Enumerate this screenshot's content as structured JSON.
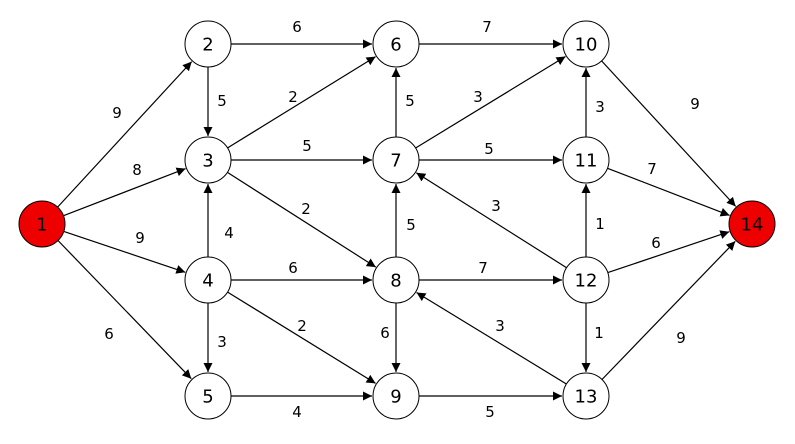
{
  "graph": {
    "colors": {
      "node_fill": "#ffffff",
      "node_stroke": "#000000",
      "highlight_fill": "#ee0000",
      "edge": "#000000"
    },
    "nodes": [
      {
        "id": "1",
        "label": "1",
        "highlighted": true
      },
      {
        "id": "2",
        "label": "2",
        "highlighted": false
      },
      {
        "id": "3",
        "label": "3",
        "highlighted": false
      },
      {
        "id": "4",
        "label": "4",
        "highlighted": false
      },
      {
        "id": "5",
        "label": "5",
        "highlighted": false
      },
      {
        "id": "6",
        "label": "6",
        "highlighted": false
      },
      {
        "id": "7",
        "label": "7",
        "highlighted": false
      },
      {
        "id": "8",
        "label": "8",
        "highlighted": false
      },
      {
        "id": "9",
        "label": "9",
        "highlighted": false
      },
      {
        "id": "10",
        "label": "10",
        "highlighted": false
      },
      {
        "id": "11",
        "label": "11",
        "highlighted": false
      },
      {
        "id": "12",
        "label": "12",
        "highlighted": false
      },
      {
        "id": "13",
        "label": "13",
        "highlighted": false
      },
      {
        "id": "14",
        "label": "14",
        "highlighted": true
      }
    ],
    "edges": [
      {
        "from": "1",
        "to": "2",
        "weight": "9"
      },
      {
        "from": "1",
        "to": "3",
        "weight": "8"
      },
      {
        "from": "1",
        "to": "4",
        "weight": "9"
      },
      {
        "from": "1",
        "to": "5",
        "weight": "6"
      },
      {
        "from": "2",
        "to": "6",
        "weight": "6"
      },
      {
        "from": "2",
        "to": "3",
        "weight": "5"
      },
      {
        "from": "3",
        "to": "6",
        "weight": "2"
      },
      {
        "from": "3",
        "to": "7",
        "weight": "5"
      },
      {
        "from": "3",
        "to": "8",
        "weight": "2"
      },
      {
        "from": "4",
        "to": "3",
        "weight": "4"
      },
      {
        "from": "4",
        "to": "8",
        "weight": "6"
      },
      {
        "from": "4",
        "to": "5",
        "weight": "3"
      },
      {
        "from": "4",
        "to": "9",
        "weight": "2"
      },
      {
        "from": "5",
        "to": "9",
        "weight": "4"
      },
      {
        "from": "6",
        "to": "10",
        "weight": "7"
      },
      {
        "from": "7",
        "to": "6",
        "weight": "5"
      },
      {
        "from": "7",
        "to": "10",
        "weight": "3"
      },
      {
        "from": "7",
        "to": "11",
        "weight": "5"
      },
      {
        "from": "8",
        "to": "7",
        "weight": "5"
      },
      {
        "from": "8",
        "to": "12",
        "weight": "7"
      },
      {
        "from": "8",
        "to": "9",
        "weight": "6"
      },
      {
        "from": "9",
        "to": "13",
        "weight": "5"
      },
      {
        "from": "10",
        "to": "14",
        "weight": "9"
      },
      {
        "from": "11",
        "to": "10",
        "weight": "3"
      },
      {
        "from": "11",
        "to": "14",
        "weight": "7"
      },
      {
        "from": "12",
        "to": "7",
        "weight": "3"
      },
      {
        "from": "12",
        "to": "11",
        "weight": "1"
      },
      {
        "from": "12",
        "to": "14",
        "weight": "6"
      },
      {
        "from": "12",
        "to": "13",
        "weight": "1"
      },
      {
        "from": "13",
        "to": "8",
        "weight": "3"
      },
      {
        "from": "13",
        "to": "14",
        "weight": "9"
      }
    ]
  }
}
